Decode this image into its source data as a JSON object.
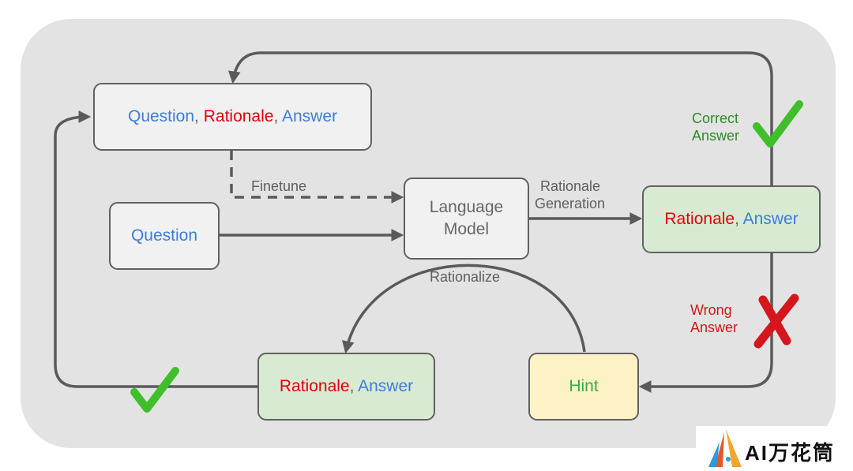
{
  "boxes": {
    "qra": {
      "q": "Question",
      "c1": ", ",
      "r": "Rationale",
      "c2": ", ",
      "a": "Answer"
    },
    "question": "Question",
    "lm": {
      "line1": "Language",
      "line2": "Model"
    },
    "ra_right": {
      "r": "Rationale",
      "c": ", ",
      "a": "Answer"
    },
    "ra_bottom": {
      "r": "Rationale",
      "c": ", ",
      "a": "Answer"
    },
    "hint": "Hint"
  },
  "labels": {
    "finetune": "Finetune",
    "rationale_gen": {
      "line1": "Rationale",
      "line2": "Generation"
    },
    "rationalize": "Rationalize",
    "correct": {
      "line1": "Correct",
      "line2": "Answer"
    },
    "wrong": {
      "line1": "Wrong",
      "line2": "Answer"
    }
  },
  "watermark": {
    "text": "AI万花筒"
  },
  "colors": {
    "blue": "#3b7de0",
    "red": "#e0000b",
    "green_check": "#3fbf2a",
    "red_cross": "#d5161c",
    "arrow": "#5a5a5a"
  }
}
